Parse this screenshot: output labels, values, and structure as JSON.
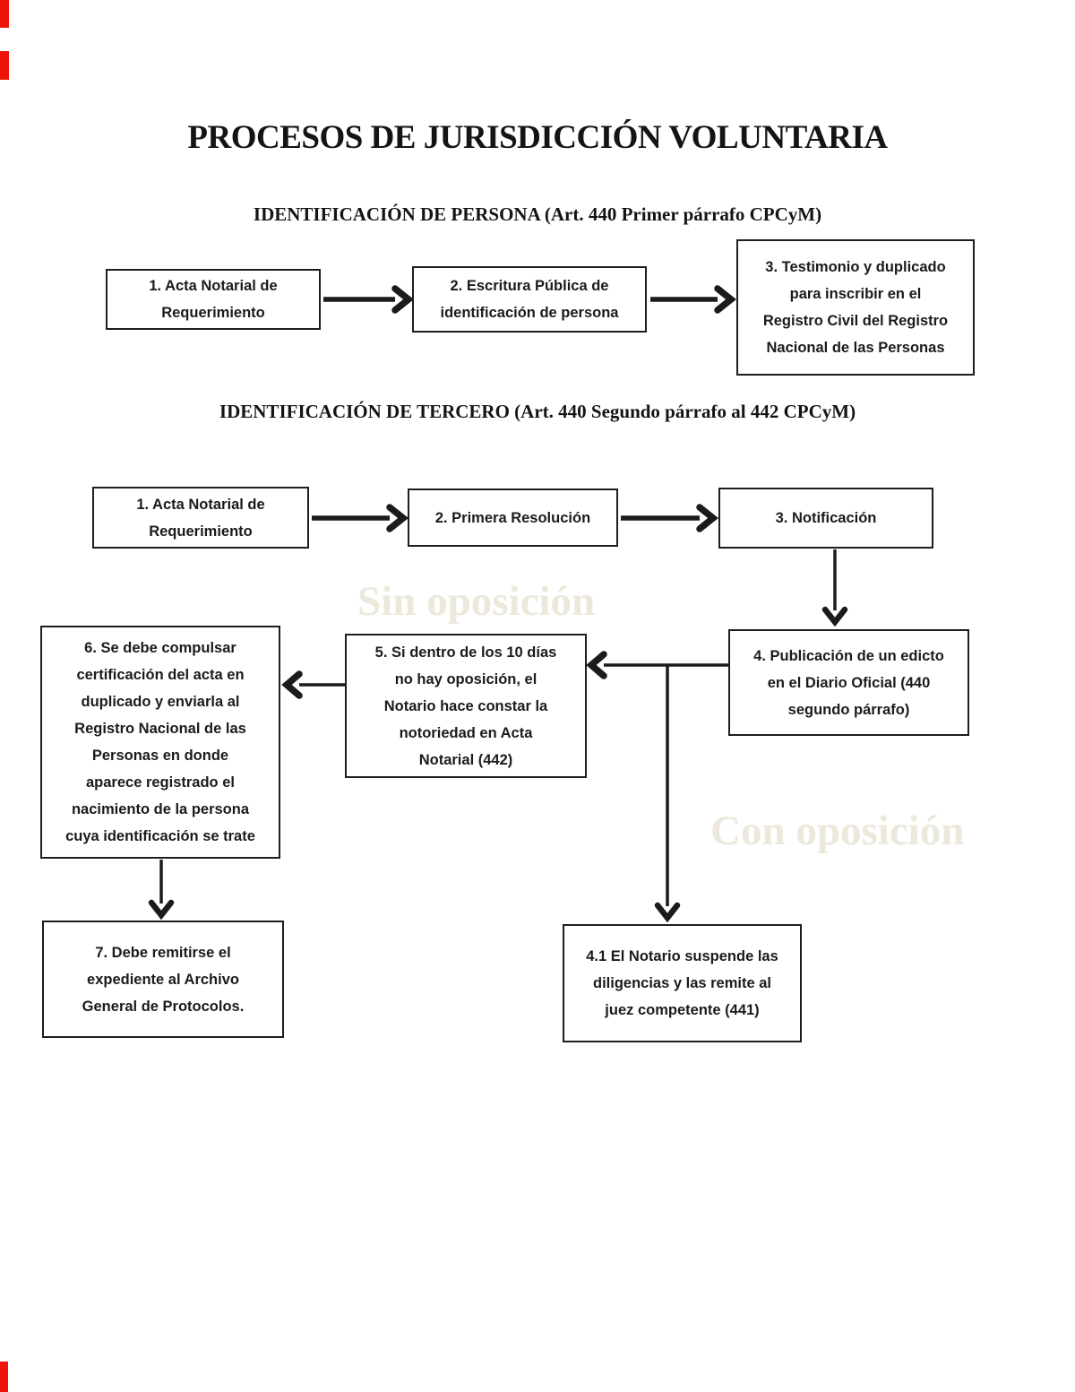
{
  "theme": {
    "ink": "#1b1b1b",
    "watermark": "#ece8db",
    "edge_marker": "#ee130b",
    "page_bg": "#ffffff"
  },
  "headings": {
    "title": "PROCESOS DE JURISDICCIÓN VOLUNTARIA",
    "persona": "IDENTIFICACIÓN DE PERSONA (Art. 440 Primer párrafo CPCyM)",
    "tercero": "IDENTIFICACIÓN DE TERCERO (Art. 440 Segundo párrafo al 442 CPCyM)"
  },
  "boxes": {
    "p1": {
      "text": "1. Acta Notarial de\nRequerimiento"
    },
    "p2": {
      "text": "2. Escritura Pública de\nidentificación de persona"
    },
    "p3": {
      "text": "3. Testimonio y duplicado\npara inscribir en el\nRegistro Civil del Registro\nNacional de las Personas"
    },
    "t1": {
      "text": "1. Acta Notarial de\nRequerimiento"
    },
    "t2": {
      "text": "2. Primera Resolución"
    },
    "t3": {
      "text": "3. Notificación"
    },
    "b4": {
      "text": "4. Publicación de un edicto\nen el Diario Oficial (440\nsegundo párrafo)"
    },
    "b5": {
      "text": "5. Si dentro de los 10 días\nno hay oposición, el\nNotario hace constar la\nnotoriedad en Acta\nNotarial (442)"
    },
    "b6": {
      "text": "6. Se debe compulsar\ncertificación del acta en\nduplicado y enviarla al\nRegistro Nacional de las\nPersonas en donde\naparece registrado el\nnacimiento de la persona\ncuya identificación se trate"
    },
    "b7": {
      "text": "7. Debe remitirse el\nexpediente al Archivo\nGeneral de Protocolos."
    },
    "b41": {
      "text": "4.1 El Notario suspende las\ndiligencias y las remite al\njuez competente (441)"
    }
  },
  "watermarks": {
    "sin": "Sin oposición",
    "con": "Con oposición"
  },
  "edges": [
    {
      "from": "p1",
      "to": "p2",
      "direction": "right"
    },
    {
      "from": "p2",
      "to": "p3",
      "direction": "right"
    },
    {
      "from": "t1",
      "to": "t2",
      "direction": "right"
    },
    {
      "from": "t2",
      "to": "t3",
      "direction": "right"
    },
    {
      "from": "t3",
      "to": "b4",
      "direction": "down"
    },
    {
      "from": "b4",
      "to": "b5",
      "direction": "left"
    },
    {
      "from": "b5",
      "to": "b6",
      "direction": "left"
    },
    {
      "from": "b4",
      "to": "b41",
      "direction": "down-branch"
    },
    {
      "from": "b6",
      "to": "b7",
      "direction": "down"
    }
  ]
}
